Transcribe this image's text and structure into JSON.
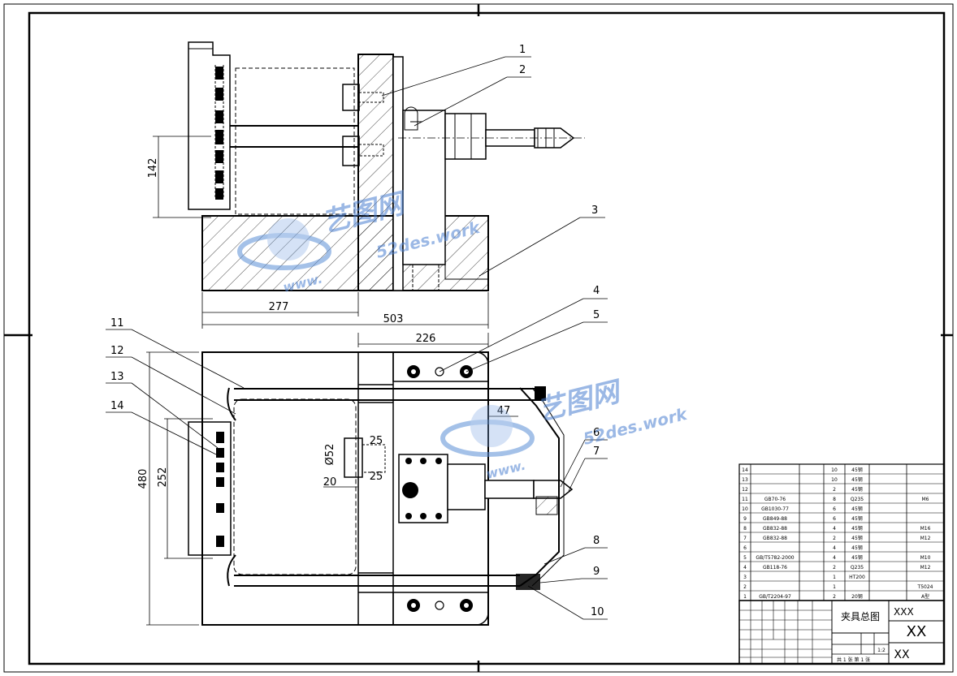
{
  "dimensions": {
    "d142": "142",
    "d277": "277",
    "d503": "503",
    "d226": "226",
    "d480": "480",
    "d252": "252",
    "d47": "47",
    "d25a": "25",
    "d25b": "25",
    "d20": "20",
    "d52": "Ø52"
  },
  "part_labels": [
    "1",
    "2",
    "3",
    "4",
    "5",
    "6",
    "7",
    "8",
    "9",
    "10",
    "11",
    "12",
    "13",
    "14"
  ],
  "watermark": {
    "brand": "艺图网",
    "url": "52des.work",
    "url_prefix": "www."
  },
  "bom": [
    {
      "no": "14",
      "code": "",
      "name": "",
      "qty": "10",
      "mat": "45钢",
      "note": ""
    },
    {
      "no": "13",
      "code": "",
      "name": "",
      "qty": "10",
      "mat": "45钢",
      "note": ""
    },
    {
      "no": "12",
      "code": "",
      "name": "",
      "qty": "2",
      "mat": "45钢",
      "note": ""
    },
    {
      "no": "11",
      "code": "GB70-76",
      "name": "",
      "qty": "8",
      "mat": "Q235",
      "note": "M6"
    },
    {
      "no": "10",
      "code": "GB1030-77",
      "name": "",
      "qty": "6",
      "mat": "45钢",
      "note": ""
    },
    {
      "no": "9",
      "code": "GB849-88",
      "name": "",
      "qty": "6",
      "mat": "45钢",
      "note": ""
    },
    {
      "no": "8",
      "code": "GB832-88",
      "name": "",
      "qty": "4",
      "mat": "45钢",
      "note": "M16"
    },
    {
      "no": "7",
      "code": "GB832-88",
      "name": "",
      "qty": "2",
      "mat": "45钢",
      "note": "M12"
    },
    {
      "no": "6",
      "code": "",
      "name": "",
      "qty": "4",
      "mat": "45钢",
      "note": ""
    },
    {
      "no": "5",
      "code": "GB/T5782-2000",
      "name": "",
      "qty": "4",
      "mat": "45钢",
      "note": "M10"
    },
    {
      "no": "4",
      "code": "GB118-76",
      "name": "",
      "qty": "2",
      "mat": "Q235",
      "note": "M12"
    },
    {
      "no": "3",
      "code": "",
      "name": "",
      "qty": "1",
      "mat": "HT200",
      "note": ""
    },
    {
      "no": "2",
      "code": "",
      "name": "",
      "qty": "1",
      "mat": "",
      "note": "T5024"
    },
    {
      "no": "1",
      "code": "GB/T2204-97",
      "name": "",
      "qty": "2",
      "mat": "20钢",
      "note": "A型"
    }
  ],
  "title_block": {
    "drawing_name": "夹具总图",
    "code_top": "XXX",
    "code_mid": "XX",
    "code_bottom": "XX",
    "scale": "1:2",
    "sheet_info": "共 1 张  第 1 张"
  }
}
